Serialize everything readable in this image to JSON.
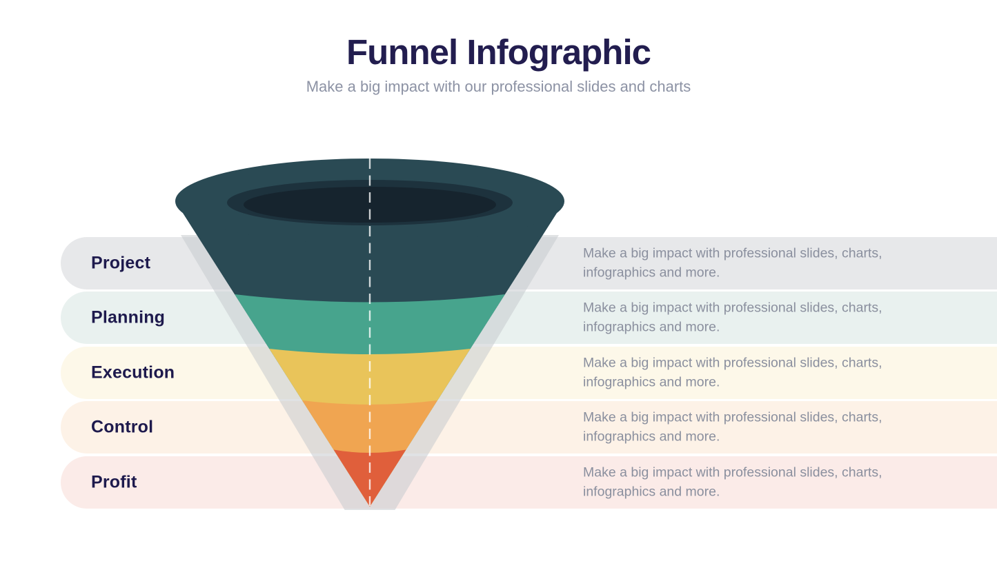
{
  "header": {
    "title": "Funnel Infographic",
    "subtitle": "Make a big impact with our professional slides and charts"
  },
  "funnel": {
    "stages": [
      {
        "label": "Project",
        "description": "Make a big impact with professional slides, charts, infographics and more.",
        "band_color": "#2A4A54",
        "row_bg": "#E7E8EA"
      },
      {
        "label": "Planning",
        "description": "Make a big impact with professional slides, charts, infographics and more.",
        "band_color": "#47A48D",
        "row_bg": "#E9F1EF"
      },
      {
        "label": "Execution",
        "description": "Make a big impact with professional slides, charts, infographics and more.",
        "band_color": "#E9C45A",
        "row_bg": "#FDF8E9"
      },
      {
        "label": "Control",
        "description": "Make a big impact with professional slides, charts, infographics and more.",
        "band_color": "#F0A551",
        "row_bg": "#FDF2E7"
      },
      {
        "label": "Profit",
        "description": "Make a big impact with professional slides, charts, infographics and more.",
        "band_color": "#E05F3B",
        "row_bg": "#FBEBE8"
      }
    ],
    "rim": {
      "outer": "#2A4A54",
      "inner_face": "#1D323D",
      "hole": "#16242E"
    },
    "shadow_color": "#C6CACD",
    "center_line_color": "#FFFFFF"
  },
  "colors": {
    "title": "#221D4F",
    "subtitle": "#8C92A4",
    "label": "#1E1A4D",
    "description": "#8A8F9E",
    "background": "#FFFFFF"
  }
}
